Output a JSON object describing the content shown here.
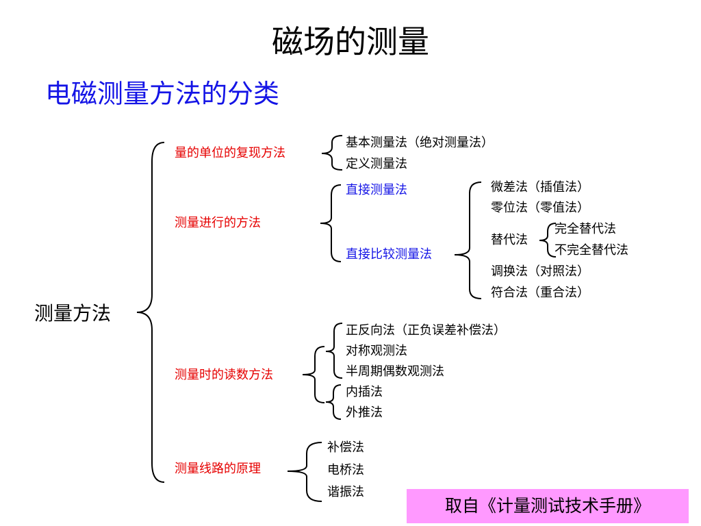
{
  "title": "磁场的测量",
  "subtitle": "电磁测量方法的分类",
  "root": "测量方法",
  "categories": {
    "reproduction": {
      "label": "量的单位的复现方法",
      "items": [
        "基本测量法（绝对测量法）",
        "定义测量法"
      ]
    },
    "execution": {
      "label": "测量进行的方法",
      "direct": "直接测量法",
      "comparison": "直接比较测量法",
      "comparison_items": [
        "微差法（插值法）",
        "零位法（零值法）",
        "替代法",
        "调换法（对照法）",
        "符合法（重合法）"
      ],
      "substitution_items": [
        "完全替代法",
        "不完全替代法"
      ]
    },
    "reading": {
      "label": "测量时的读数方法",
      "group1": [
        "正反向法（正负误差补偿法）",
        "对称观测法",
        "半周期偶数观测法"
      ],
      "group2": [
        "内插法",
        "外推法"
      ]
    },
    "circuit": {
      "label": "测量线路的原理",
      "items": [
        "补偿法",
        "电桥法",
        "谐振法"
      ]
    }
  },
  "source_note": "取自《计量测试技术手册》",
  "colors": {
    "title": "#000000",
    "subtitle": "#1414e6",
    "category": "#e60000",
    "method_blue": "#1414e6",
    "text": "#000000",
    "note_bg": "#ff99ff"
  }
}
